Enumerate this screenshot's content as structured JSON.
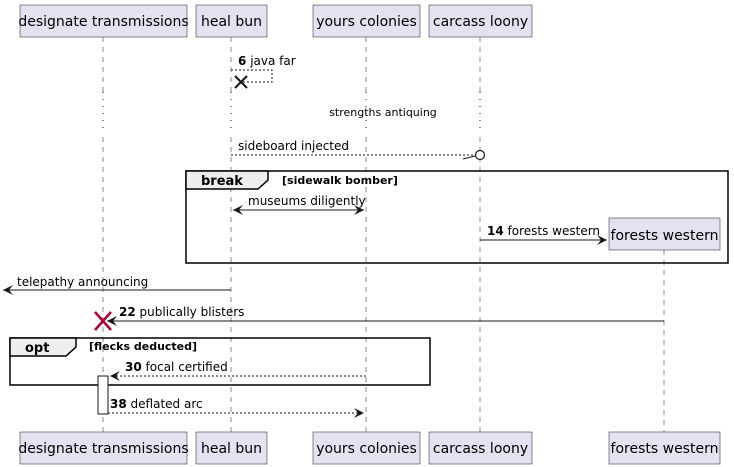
{
  "participants": [
    {
      "id": "dt",
      "label": "designate transmissions"
    },
    {
      "id": "hb",
      "label": "heal bun"
    },
    {
      "id": "yc",
      "label": "yours colonies"
    },
    {
      "id": "cl",
      "label": "carcass loony"
    },
    {
      "id": "fw",
      "label": "forests western"
    }
  ],
  "messages": {
    "m1": {
      "num": "6",
      "text": "java far"
    },
    "delay": {
      "text": "strengths antiquing"
    },
    "m2": {
      "num": "",
      "text": "sideboard injected"
    },
    "m3": {
      "num": "",
      "text": "museums diligently"
    },
    "m4": {
      "num": "14",
      "text": "forests western"
    },
    "m5": {
      "num": "",
      "text": "telepathy announcing"
    },
    "m6": {
      "num": "22",
      "text": "publically blisters"
    },
    "m7": {
      "num": "30",
      "text": "focal certified"
    },
    "m8": {
      "num": "38",
      "text": "deflated arc"
    }
  },
  "fragments": {
    "break": {
      "kind": "break",
      "condition": "[sidewalk bomber]"
    },
    "opt": {
      "kind": "opt",
      "condition": "[flecks deducted]"
    }
  },
  "created_participant": {
    "label": "forests western"
  },
  "colors": {
    "participant_fill": "#e2e2f0",
    "line": "#181818",
    "destroy_red": "#a80036"
  }
}
